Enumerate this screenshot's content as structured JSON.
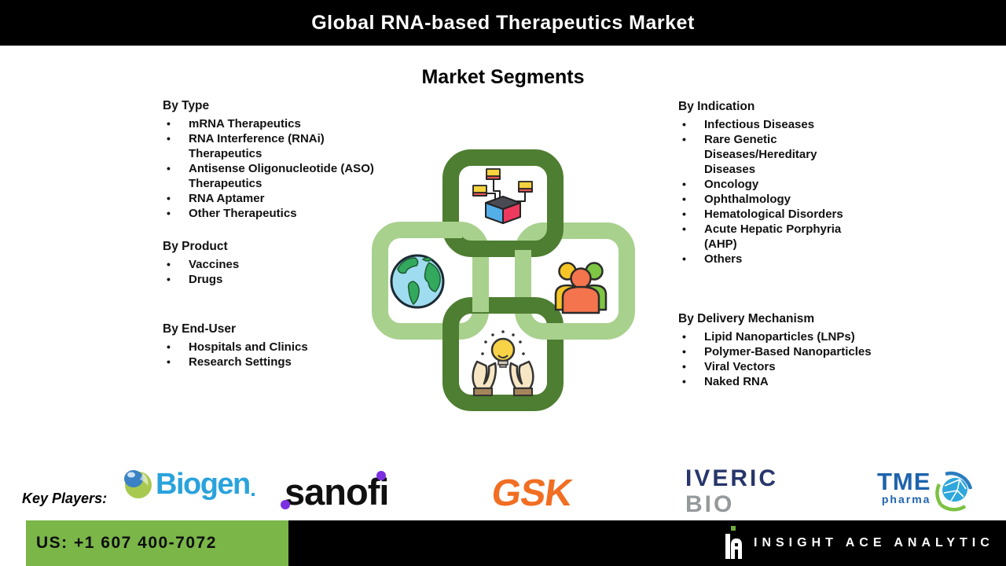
{
  "header": {
    "title": "Global RNA-based Therapeutics Market"
  },
  "main": {
    "subtitle": "Market Segments"
  },
  "segments": {
    "by_type": {
      "title": "By Type",
      "items": [
        "mRNA Therapeutics",
        "RNA Interference (RNAi) Therapeutics",
        "Antisense Oligonucleotide (ASO) Therapeutics",
        "RNA Aptamer",
        "Other Therapeutics"
      ]
    },
    "by_product": {
      "title": "By Product",
      "items": [
        "Vaccines",
        "Drugs"
      ]
    },
    "by_end_user": {
      "title": "By End-User",
      "items": [
        "Hospitals and Clinics",
        "Research Settings"
      ]
    },
    "by_indication": {
      "title": "By Indication",
      "items": [
        "Infectious Diseases",
        "Rare Genetic Diseases/Hereditary Diseases",
        "Oncology",
        "Ophthalmology",
        "Hematological Disorders",
        "Acute Hepatic Porphyria (AHP)",
        "Others"
      ]
    },
    "by_delivery_mechanism": {
      "title": "By Delivery Mechanism",
      "items": [
        "Lipid Nanoparticles (LNPs)",
        "Polymer-Based Nanoparticles",
        "Viral Vectors",
        "Naked RNA"
      ]
    }
  },
  "center_graphic": {
    "icons": [
      "product-box-icon",
      "globe-icon",
      "people-icon",
      "idea-hands-icon"
    ],
    "ring_dark_green": "#4e7e31",
    "ring_light_green": "#a9d18e"
  },
  "key_players": {
    "label": "Key Players:",
    "companies": [
      {
        "name": "Biogen"
      },
      {
        "name": "sanofi"
      },
      {
        "name": "GSK"
      },
      {
        "name": "IVERIC BIO",
        "line1": "IVERIC",
        "line2": "BIO"
      },
      {
        "name": "TME pharma",
        "line1": "TME",
        "line2": "pharma"
      }
    ]
  },
  "footer": {
    "phone": "US: +1 607 400-7072",
    "brand": "INSIGHT ACE ANALYTIC",
    "phone_bg": "#7ab648",
    "bar_bg": "#000000"
  }
}
